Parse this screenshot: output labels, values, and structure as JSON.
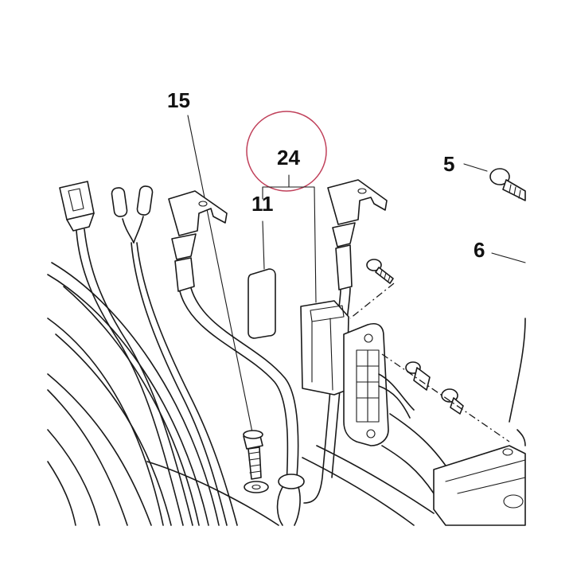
{
  "callouts": {
    "c15": "15",
    "c24": "24",
    "c11": "11",
    "c5": "5",
    "c6": "6"
  },
  "colors": {
    "line": "#1a1a1a",
    "highlight_circle": "#c0405a",
    "background": "#ffffff"
  }
}
